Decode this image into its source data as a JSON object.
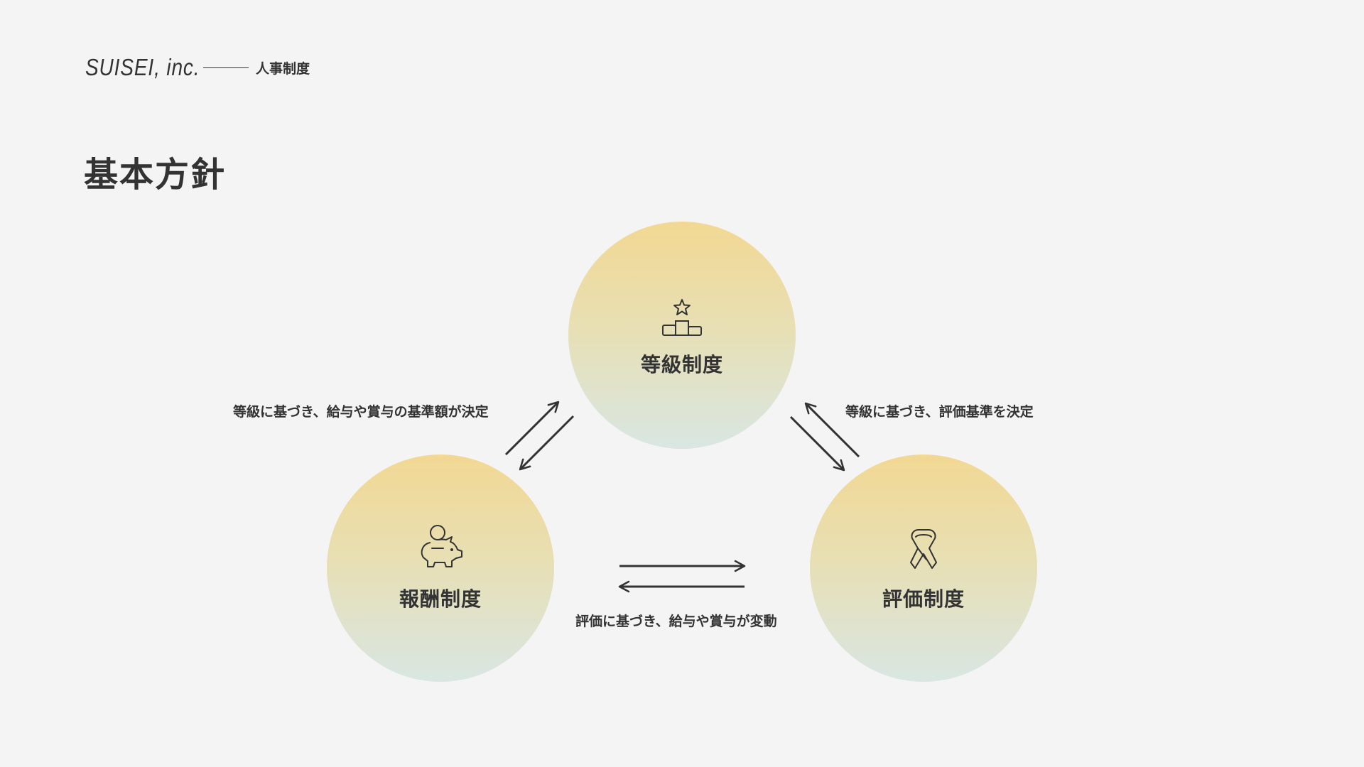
{
  "header": {
    "brand": "SUISEI, inc.",
    "section": "人事制度"
  },
  "title": "基本方針",
  "nodes": {
    "grade": {
      "label": "等級制度",
      "icon": "podium-star-icon"
    },
    "compensation": {
      "label": "報酬制度",
      "icon": "piggy-bank-icon"
    },
    "evaluation": {
      "label": "評価制度",
      "icon": "ribbon-icon"
    }
  },
  "relations": {
    "grade_to_compensation": "等級に基づき、給与や賞与の基準額が決定",
    "grade_to_evaluation": "等級に基づき、評価基準を決定",
    "evaluation_to_compensation": "評価に基づき、給与や賞与が変動"
  },
  "colors": {
    "background": "#f4f4f4",
    "text": "#333333",
    "circle_top": "#f2d893",
    "circle_bottom": "#d9e6e3"
  }
}
